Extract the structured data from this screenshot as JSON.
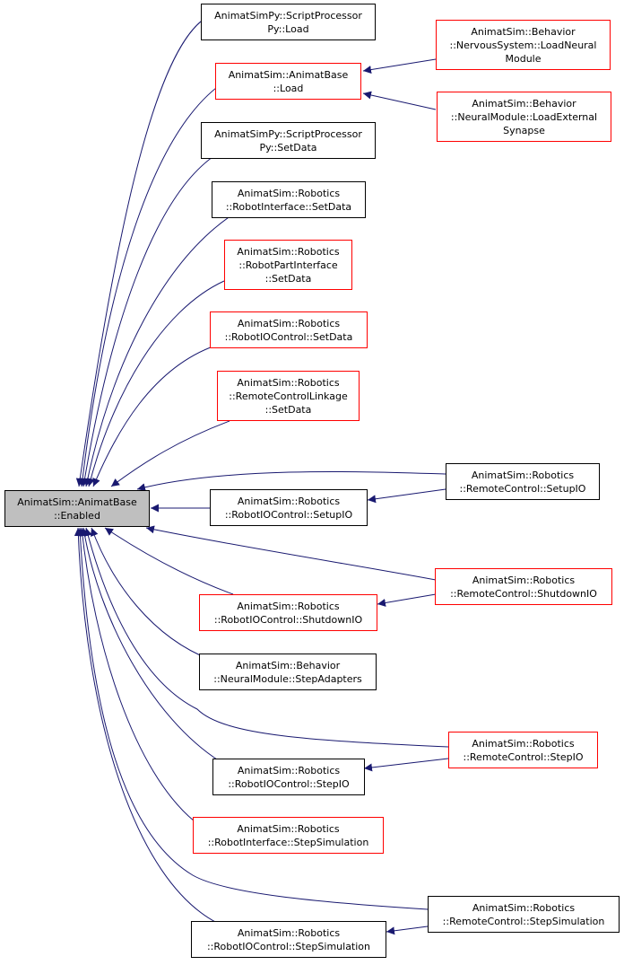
{
  "nodes": {
    "root": [
      "AnimatSim::AnimatBase",
      "::Enabled"
    ],
    "scriptproc_load": [
      "AnimatSimPy::ScriptProcessor",
      "Py::Load"
    ],
    "animatbase_load": [
      "AnimatSim::AnimatBase",
      "::Load"
    ],
    "nervoussystem_load": [
      "AnimatSim::Behavior",
      "::NervousSystem::LoadNeural",
      "Module"
    ],
    "neuralmodule_loadext": [
      "AnimatSim::Behavior",
      "::NeuralModule::LoadExternal",
      "Synapse"
    ],
    "scriptproc_setdata": [
      "AnimatSimPy::ScriptProcessor",
      "Py::SetData"
    ],
    "robotinterface_setdata": [
      "AnimatSim::Robotics",
      "::RobotInterface::SetData"
    ],
    "robotpartinterface_setdata": [
      "AnimatSim::Robotics",
      "::RobotPartInterface",
      "::SetData"
    ],
    "robotiocontrol_setdata": [
      "AnimatSim::Robotics",
      "::RobotIOControl::SetData"
    ],
    "remotecontrollinkage_setdata": [
      "AnimatSim::Robotics",
      "::RemoteControlLinkage",
      "::SetData"
    ],
    "remotecontrol_setupio": [
      "AnimatSim::Robotics",
      "::RemoteControl::SetupIO"
    ],
    "robotiocontrol_setupio": [
      "AnimatSim::Robotics",
      "::RobotIOControl::SetupIO"
    ],
    "remotecontrol_shutdownio": [
      "AnimatSim::Robotics",
      "::RemoteControl::ShutdownIO"
    ],
    "robotiocontrol_shutdownio": [
      "AnimatSim::Robotics",
      "::RobotIOControl::ShutdownIO"
    ],
    "neuralmodule_stepadapters": [
      "AnimatSim::Behavior",
      "::NeuralModule::StepAdapters"
    ],
    "remotecontrol_stepio": [
      "AnimatSim::Robotics",
      "::RemoteControl::StepIO"
    ],
    "robotiocontrol_stepio": [
      "AnimatSim::Robotics",
      "::RobotIOControl::StepIO"
    ],
    "robotinterface_stepsimulation": [
      "AnimatSim::Robotics",
      "::RobotInterface::StepSimulation"
    ],
    "remotecontrol_stepsimulation": [
      "AnimatSim::Robotics",
      "::RemoteControl::StepSimulation"
    ],
    "robotiocontrol_stepsimulation": [
      "AnimatSim::Robotics",
      "::RobotIOControl::StepSimulation"
    ]
  },
  "colors": {
    "edge": "#191970",
    "node_border": "#000000",
    "node_border_red": "#ff0000",
    "root_fill": "#bfbfbf"
  }
}
